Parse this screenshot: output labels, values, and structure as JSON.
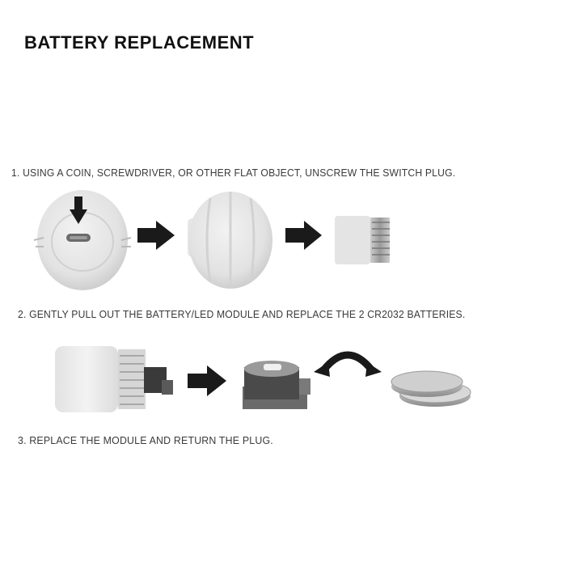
{
  "document": {
    "title": "BATTERY REPLACEMENT",
    "steps": [
      {
        "label": "1. USING A COIN, SCREWDRIVER, OR OTHER FLAT OBJECT, UNSCREW THE SWITCH PLUG."
      },
      {
        "label": "2. GENTLY PULL OUT THE BATTERY/LED MODULE AND REPLACE THE 2 CR2032 BATTERIES."
      },
      {
        "label": "3. REPLACE THE MODULE AND RETURN THE PLUG."
      }
    ],
    "figures": {
      "step1": [
        "switch-plug-front-with-slot",
        "arrow-right",
        "switch-plug-side",
        "arrow-right",
        "plug-unscrewed"
      ],
      "step2": [
        "plug-with-module",
        "arrow-right",
        "battery-led-module",
        "swap-arrow",
        "cr2032-batteries"
      ]
    }
  }
}
